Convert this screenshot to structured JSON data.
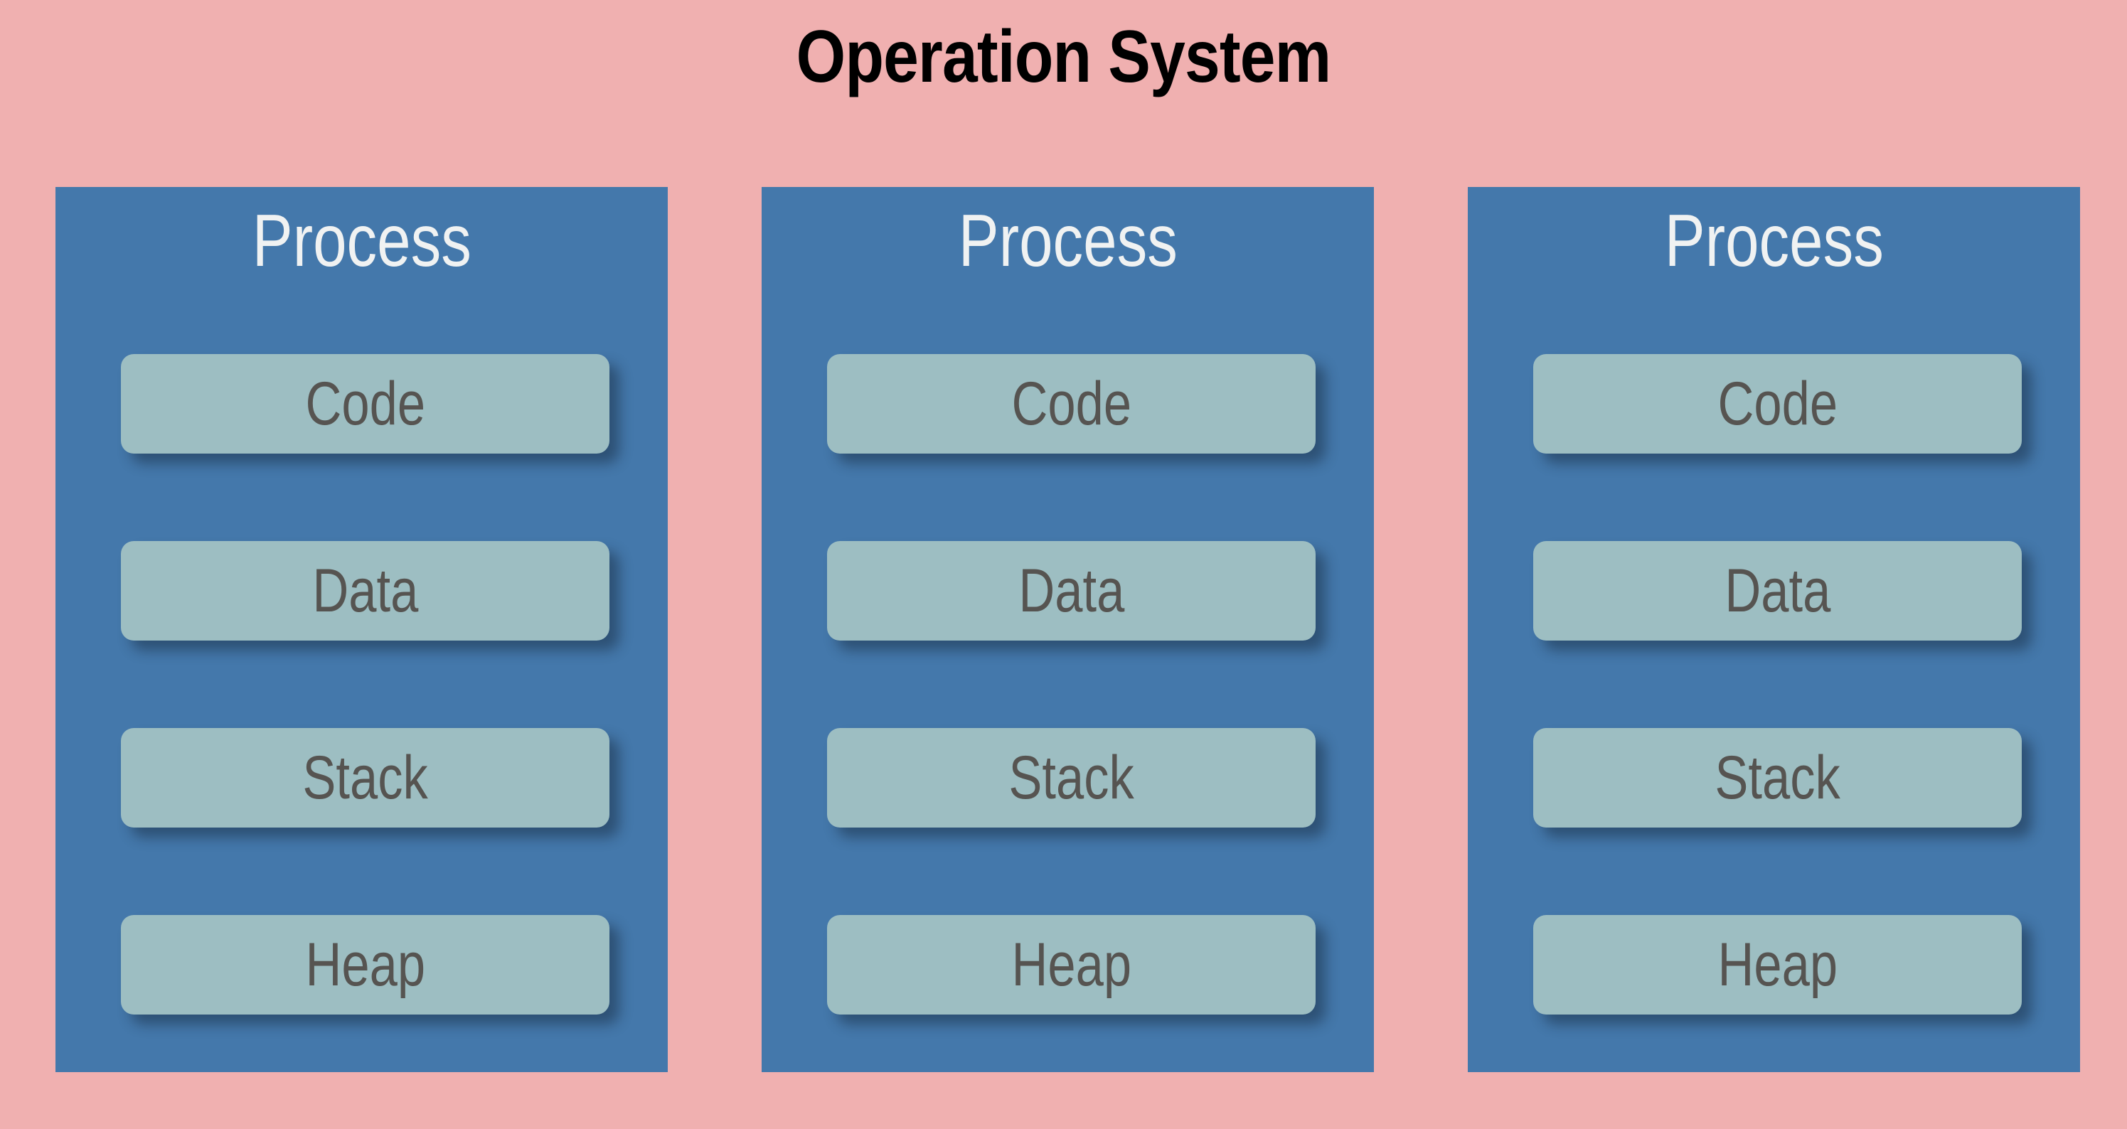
{
  "title": "Operation System",
  "colors": {
    "background": "#f0b0b0",
    "process_panel": "#4478ab",
    "segment_box": "#9dbec2",
    "segment_text": "#565451",
    "process_heading_text": "#f0f2f2",
    "title_text": "#000000"
  },
  "processes": [
    {
      "heading": "Process",
      "segments": [
        {
          "label": "Code"
        },
        {
          "label": "Data"
        },
        {
          "label": "Stack"
        },
        {
          "label": "Heap"
        }
      ]
    },
    {
      "heading": "Process",
      "segments": [
        {
          "label": "Code"
        },
        {
          "label": "Data"
        },
        {
          "label": "Stack"
        },
        {
          "label": "Heap"
        }
      ]
    },
    {
      "heading": "Process",
      "segments": [
        {
          "label": "Code"
        },
        {
          "label": "Data"
        },
        {
          "label": "Stack"
        },
        {
          "label": "Heap"
        }
      ]
    }
  ]
}
